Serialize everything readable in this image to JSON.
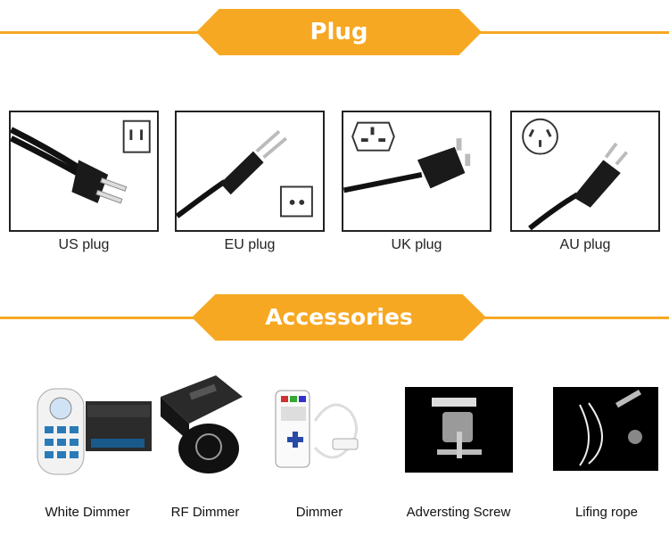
{
  "sections": {
    "plug_title": "Plug",
    "accessories_title": "Accessories"
  },
  "plugs": [
    {
      "label": "US plug",
      "icon": "us-plug-icon"
    },
    {
      "label": "EU plug",
      "icon": "eu-plug-icon"
    },
    {
      "label": "UK plug",
      "icon": "uk-plug-icon"
    },
    {
      "label": "AU plug",
      "icon": "au-plug-icon"
    }
  ],
  "accessories": [
    {
      "label": "White Dimmer",
      "icon": "white-dimmer-icon"
    },
    {
      "label": "RF Dimmer",
      "icon": "rf-dimmer-icon"
    },
    {
      "label": "Dimmer",
      "icon": "dimmer-icon"
    },
    {
      "label": "Adversting Screw",
      "icon": "screw-icon"
    },
    {
      "label": "Lifing rope",
      "icon": "rope-icon"
    }
  ],
  "colors": {
    "accent": "#f7a823",
    "border": "#222222"
  }
}
